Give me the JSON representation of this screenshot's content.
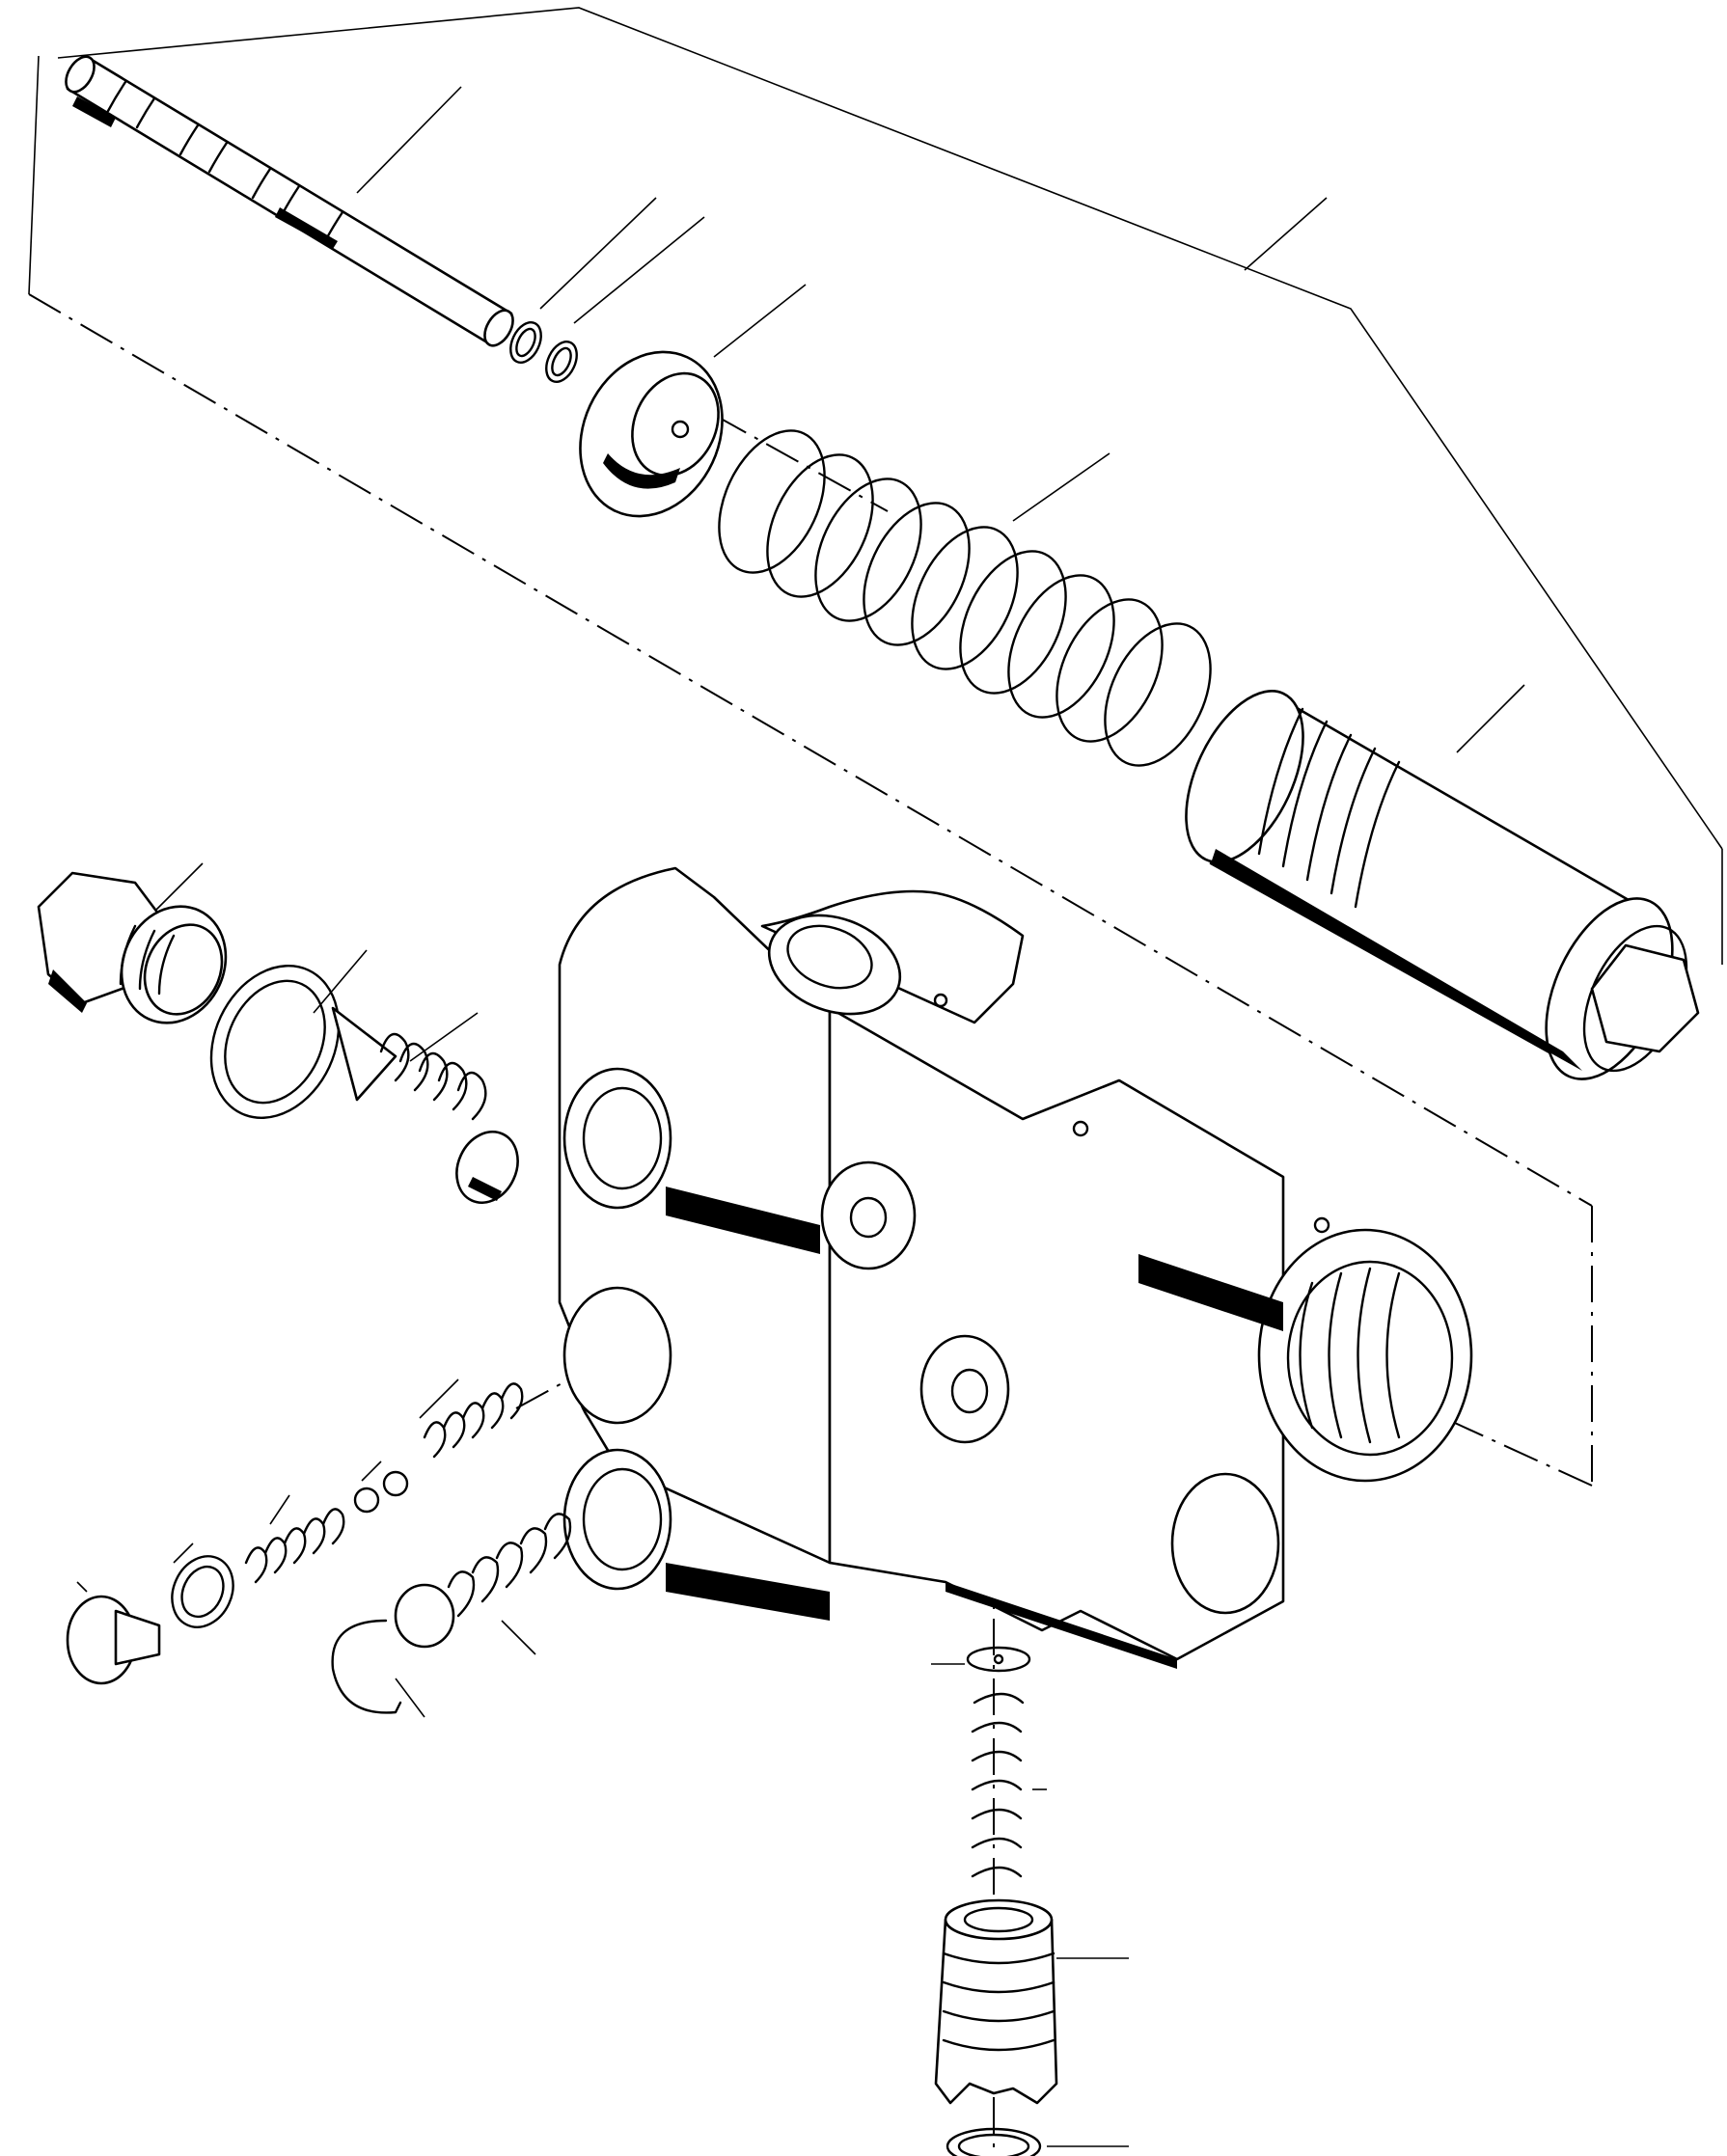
{
  "figure": {
    "kind": "exploded-parts-view",
    "colors": {
      "ink": "#000000",
      "paper": "#ffffff"
    },
    "parts": [
      {
        "id": "spool",
        "icon": "valve-spool-icon"
      },
      {
        "id": "o-ring-small",
        "icon": "o-ring-icon"
      },
      {
        "id": "retaining-ring-small",
        "icon": "snap-ring-icon"
      },
      {
        "id": "spring-seat",
        "icon": "spring-seat-icon"
      },
      {
        "id": "main-spring",
        "icon": "coil-spring-icon"
      },
      {
        "id": "spring-housing-cap",
        "icon": "threaded-cap-icon"
      },
      {
        "id": "relief-plug",
        "icon": "hex-plug-icon"
      },
      {
        "id": "plug-washer",
        "icon": "washer-icon"
      },
      {
        "id": "relief-poppet",
        "icon": "poppet-icon"
      },
      {
        "id": "valve-body",
        "icon": "valve-body-icon"
      },
      {
        "id": "check-spring",
        "icon": "coil-spring-icon"
      },
      {
        "id": "check-balls",
        "icon": "ball-icon"
      },
      {
        "id": "check-spring-small",
        "icon": "coil-spring-icon"
      },
      {
        "id": "small-washer",
        "icon": "washer-icon"
      },
      {
        "id": "small-plug",
        "icon": "plug-icon"
      },
      {
        "id": "poppet-spring-assembly",
        "icon": "poppet-icon"
      },
      {
        "id": "snap-ring-left",
        "icon": "snap-ring-icon"
      },
      {
        "id": "bottom-disc",
        "icon": "disc-icon"
      },
      {
        "id": "bottom-spring",
        "icon": "coil-spring-icon"
      },
      {
        "id": "bottom-piston",
        "icon": "piston-icon"
      },
      {
        "id": "bottom-snap-ring",
        "icon": "snap-ring-icon"
      }
    ]
  }
}
